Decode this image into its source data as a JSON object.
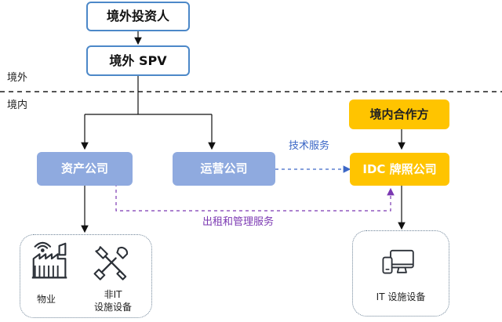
{
  "regions": {
    "overseas": "境外",
    "domestic": "境内"
  },
  "nodes": {
    "overseas_investor": "境外投资人",
    "overseas_spv": "境外 SPV",
    "asset_company": "资产公司",
    "operating_company": "运营公司",
    "domestic_partner": "境内合作方",
    "idc_license_company": "IDC 牌照公司"
  },
  "edges": {
    "tech_service": "技术服务",
    "lease_management_service": "出租和管理服务"
  },
  "captions": {
    "property": "物业",
    "non_it_facilities_line1": "非IT",
    "non_it_facilities_line2": "设施设备",
    "it_facilities": "IT 设施设备"
  },
  "icons": {
    "factory": "factory-icon",
    "tools": "tools-icon",
    "computer": "computer-monitor-phone-icon"
  },
  "colors": {
    "blue_box": "#8faadf",
    "gold_box": "#ffc400",
    "top_border": "#4c88c8",
    "tech_service_line": "#3c67c6",
    "lease_service_line": "#7b38b2"
  }
}
